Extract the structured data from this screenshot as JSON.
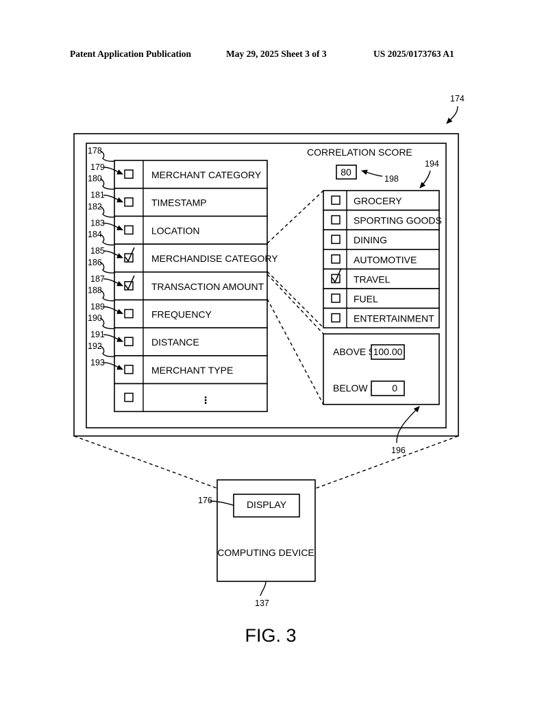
{
  "header": {
    "left": "Patent Application Publication",
    "middle": "May 29, 2025  Sheet 3 of 3",
    "right": "US 2025/0173763 A1"
  },
  "refs": {
    "screen": "174",
    "display": "176",
    "computing_device": "137",
    "score_box": "198",
    "category_panel": "194",
    "amount_panel": "196"
  },
  "correlation": {
    "label": "CORRELATION SCORE",
    "value": "80"
  },
  "attributes": [
    {
      "label": "MERCHANT CATEGORY",
      "checked": false,
      "ref_row": "178",
      "ref_box": "179"
    },
    {
      "label": "TIMESTAMP",
      "checked": false,
      "ref_row": "180",
      "ref_box": "181"
    },
    {
      "label": "LOCATION",
      "checked": false,
      "ref_row": "182",
      "ref_box": "183"
    },
    {
      "label": "MERCHANDISE CATEGORY",
      "checked": true,
      "ref_row": "184",
      "ref_box": "185"
    },
    {
      "label": "TRANSACTION AMOUNT",
      "checked": true,
      "ref_row": "186",
      "ref_box": "187"
    },
    {
      "label": "FREQUENCY",
      "checked": false,
      "ref_row": "188",
      "ref_box": "189"
    },
    {
      "label": "DISTANCE",
      "checked": false,
      "ref_row": "190",
      "ref_box": "191"
    },
    {
      "label": "MERCHANT TYPE",
      "checked": false,
      "ref_row": "192",
      "ref_box": "193"
    }
  ],
  "more_label": "⋮",
  "categories": [
    {
      "label": "GROCERY",
      "checked": false
    },
    {
      "label": "SPORTING GOODS",
      "checked": false
    },
    {
      "label": "DINING",
      "checked": false
    },
    {
      "label": "AUTOMOTIVE",
      "checked": false
    },
    {
      "label": "TRAVEL",
      "checked": true
    },
    {
      "label": "FUEL",
      "checked": false
    },
    {
      "label": "ENTERTAINMENT",
      "checked": false
    }
  ],
  "amount": {
    "above_label": "ABOVE $",
    "above_value": "100.00",
    "below_label": "BELOW $",
    "below_value": "0"
  },
  "device": {
    "display_label": "DISPLAY",
    "device_label": "COMPUTING DEVICE"
  },
  "figure_label": "FIG. 3"
}
